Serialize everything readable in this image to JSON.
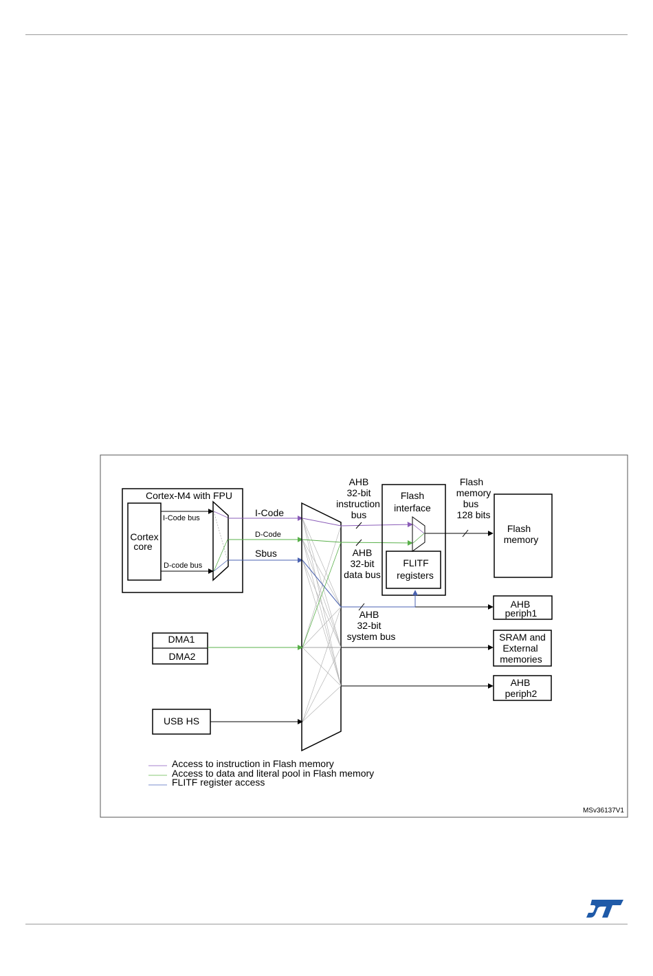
{
  "colors": {
    "instruction": "#8a5cb8",
    "data": "#59b04a",
    "register": "#4a62b0",
    "gray": "#a8a8a8",
    "logo": "#1f5aa8",
    "border": "#555555"
  },
  "diagram": {
    "cortex_block_title": "Cortex-M4 with FPU",
    "cortex_core": [
      "Cortex",
      "core"
    ],
    "icode_bus_label": "I-Code bus",
    "dcode_bus_label": "D-code bus",
    "icode_label": "I-Code",
    "dcode_label": "D-Code",
    "sbus_label": "Sbus",
    "dma1": "DMA1",
    "dma2": "DMA2",
    "usb_hs": "USB HS",
    "ahb_instruction_bus": [
      "AHB",
      "32-bit",
      "instruction",
      "bus"
    ],
    "ahb_data_bus": [
      "AHB",
      "32-bit",
      "data bus"
    ],
    "ahb_system_bus": [
      "AHB",
      "32-bit",
      "system bus"
    ],
    "flash_interface": [
      "Flash",
      "interface"
    ],
    "flitf_registers": [
      "FLITF",
      "registers"
    ],
    "flash_memory_bus": [
      "Flash",
      "memory",
      "bus",
      "128 bits"
    ],
    "flash_memory": [
      "Flash",
      "memory"
    ],
    "ahb_periph1": [
      "AHB",
      "periph1"
    ],
    "sram_external": [
      "SRAM and",
      "External",
      "memories"
    ],
    "ahb_periph2": [
      "AHB",
      "periph2"
    ],
    "legend": [
      "Access to instruction in Flash memory",
      "Access to data and literal pool in Flash memory",
      "FLITF register access"
    ],
    "figure_id": "MSv36137V1"
  },
  "logo_icon": "st-logo-icon"
}
